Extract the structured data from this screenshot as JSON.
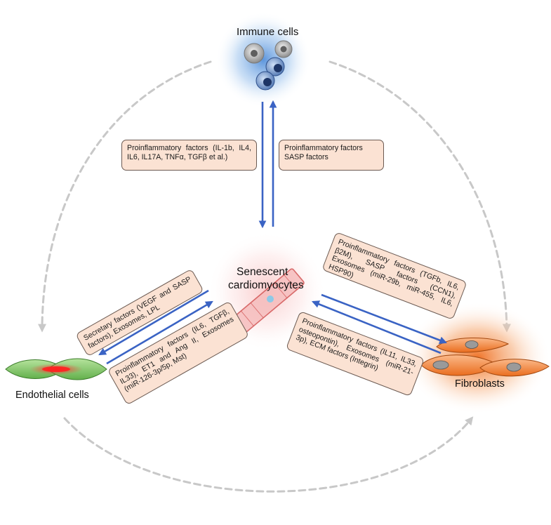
{
  "nodes": {
    "immune": "Immune cells",
    "senescent_line1": "Senescent",
    "senescent_line2": "cardiomyocytes",
    "endothelial": "Endothelial cells",
    "fibroblasts": "Fibroblasts"
  },
  "boxes": {
    "immune_to_cm": "Proinflammatory factors (IL-1b, IL4, IL6, IL17A, TNFα, TGFβ et al.)",
    "cm_to_immune": "Proinflammatory factors SASP factors",
    "cm_to_endo": "Secretary factors (VEGF and SASP factors), Exosomes, LPL",
    "endo_to_cm": "Proinflammatory factors (IL6, TGFβ, IL33), ET1 and Ang II, Exosomes (miR-126-3p/5p, Mst)",
    "cm_to_fibro": "Proinflammatory factors (TGFb, IL6, β2M), SASP factors (CCN1), Exosomes (miR-29b, miR-455, IL6, HSP90)",
    "fibro_to_cm": "Proinflammatory factors (IL11, IL33, osteopontin), Exosomes (miR-21-3p), ECM factors (Integrin)"
  },
  "colors": {
    "arrow_blue": "#3a63c4",
    "dashed_gray": "#c8c8c8",
    "box_fill": "#fbe2d3",
    "immune_glow": "#4f8fd8",
    "fibro_glow": "#f07a2a",
    "endo_green": "#7cc36a",
    "cm_red": "#e35b5b"
  },
  "icons": [
    "immune-cells-icon",
    "cardiomyocyte-icon",
    "endothelial-cells-icon",
    "fibroblasts-icon"
  ]
}
